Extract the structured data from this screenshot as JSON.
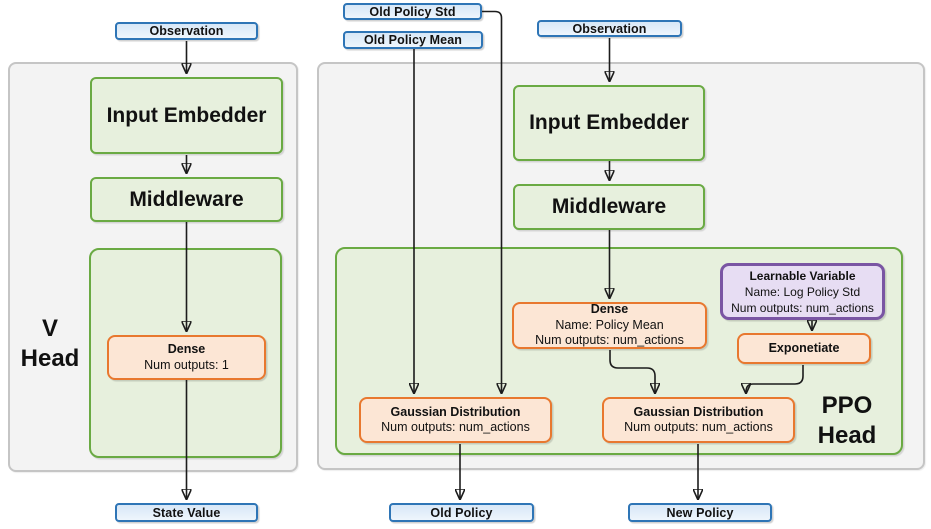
{
  "colors": {
    "blue_border": "#2E75B6",
    "green_border": "#6aaa43",
    "green_fill": "#e7f0dd",
    "orange_border": "#e8782f",
    "orange_fill": "#fce6d5",
    "purple_border": "#7a55a3",
    "purple_fill": "#e7ddf3",
    "panel_fill": "#f3f3f3",
    "panel_border": "#c5c5c5"
  },
  "v_head": {
    "observation": "Observation",
    "input_embedder": "Input Embedder",
    "middleware": "Middleware",
    "dense": {
      "title": "Dense",
      "num_outputs": "Num outputs: 1"
    },
    "head_label": {
      "line1": "V",
      "line2": "Head"
    },
    "output": "State Value"
  },
  "ppo_head": {
    "old_policy_std": "Old Policy Std",
    "old_policy_mean": "Old Policy Mean",
    "observation": "Observation",
    "input_embedder": "Input Embedder",
    "middleware": "Middleware",
    "dense": {
      "title": "Dense",
      "name": "Name: Policy Mean",
      "num_outputs": "Num outputs: num_actions"
    },
    "learnable_variable": {
      "title": "Learnable Variable",
      "name": "Name: Log Policy Std",
      "num_outputs": "Num outputs: num_actions"
    },
    "exponetiate": "Exponetiate",
    "gaussian_old": {
      "title": "Gaussian Distribution",
      "num_outputs": "Num outputs: num_actions"
    },
    "gaussian_new": {
      "title": "Gaussian Distribution",
      "num_outputs": "Num outputs: num_actions"
    },
    "head_label": {
      "line1": "PPO",
      "line2": "Head"
    },
    "old_policy_output": "Old Policy",
    "new_policy_output": "New Policy"
  }
}
